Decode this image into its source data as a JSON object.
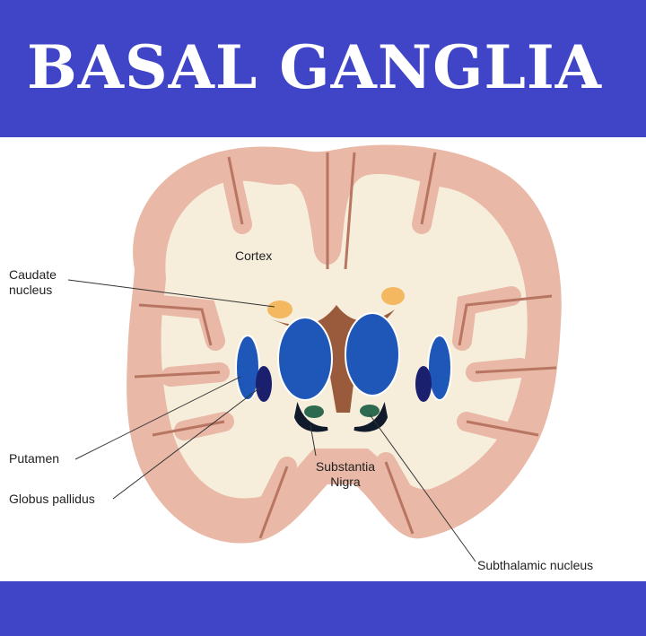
{
  "title": "BASAL GANGLIA",
  "labels": {
    "cortex": "Cortex",
    "caudate_1": "Caudate",
    "caudate_2": "nucleus",
    "putamen": "Putamen",
    "globus_pallidus": "Globus pallidus",
    "substantia_1": "Substantia",
    "substantia_2": "Nigra",
    "subthalamic": "Subthalamic nucleus"
  },
  "colors": {
    "banner": "#3f45c6",
    "cortex": "#e9b8a6",
    "white_matter": "#f6eedb",
    "blue": "#1f57b8",
    "navy": "#1a1f6e",
    "caudate": "#f4b860",
    "ventricle": "#9a5a3c"
  }
}
